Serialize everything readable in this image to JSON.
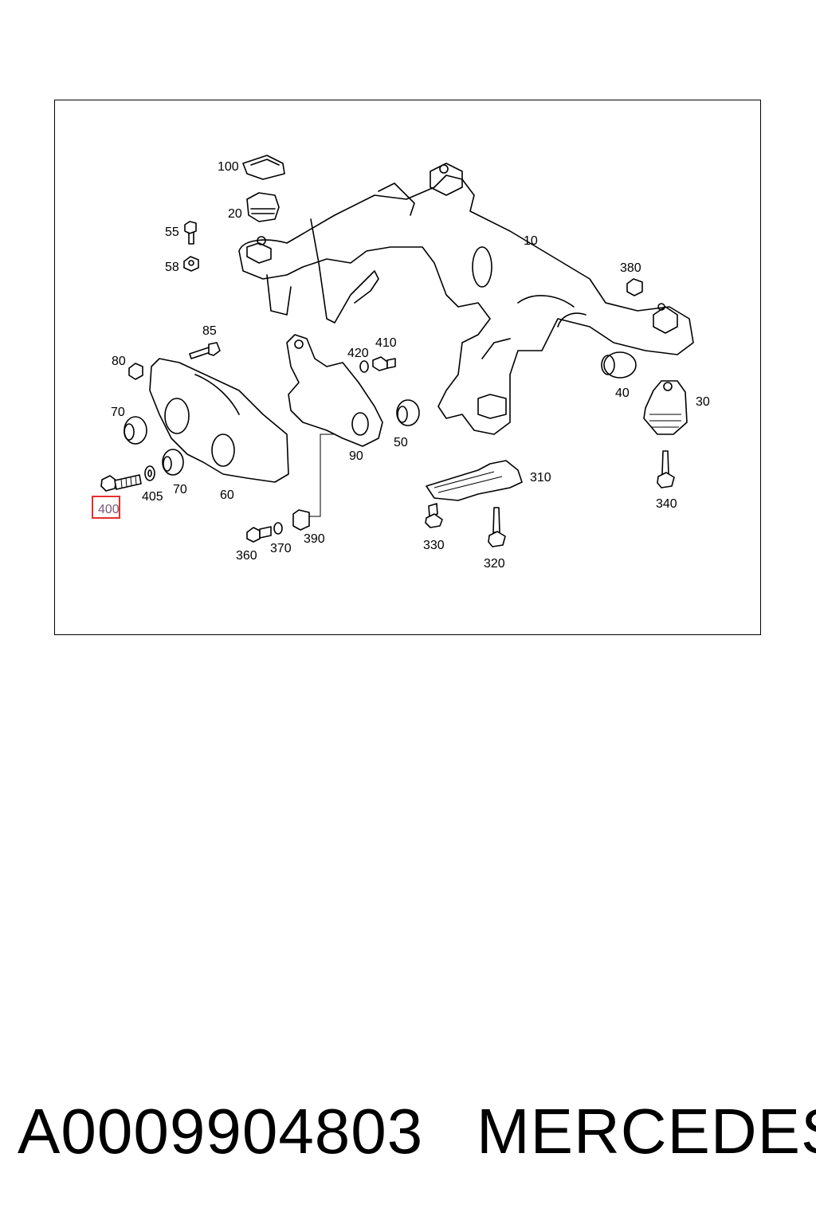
{
  "footer": {
    "part_number": "A0009904803",
    "brand": "MERCEDES"
  },
  "highlight": {
    "callout": "400",
    "color": "#e53030"
  },
  "callouts": {
    "c100": "100",
    "c20": "20",
    "c55": "55",
    "c58": "58",
    "c10": "10",
    "c380": "380",
    "c85": "85",
    "c80": "80",
    "c420": "420",
    "c410": "410",
    "c40": "40",
    "c30": "30",
    "c70a": "70",
    "c50": "50",
    "c90": "90",
    "c310": "310",
    "c400": "400",
    "c405": "405",
    "c70b": "70",
    "c60": "60",
    "c340": "340",
    "c360": "360",
    "c370": "370",
    "c390": "390",
    "c330": "330",
    "c320": "320"
  }
}
